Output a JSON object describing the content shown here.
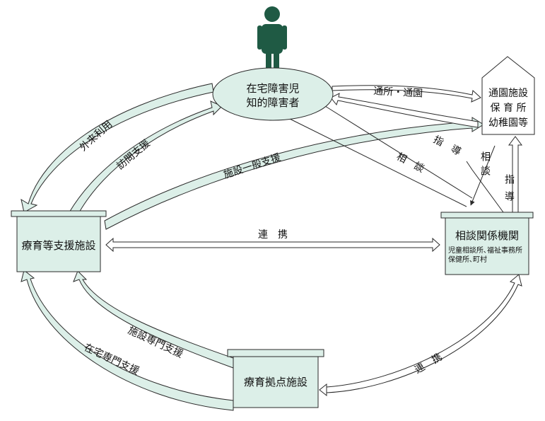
{
  "colors": {
    "fill": "#dcefe8",
    "stroke": "#2a2a2a",
    "person": "#1f5a44"
  },
  "nodes": {
    "child": {
      "line1": "在宅障害児",
      "line2": "知的障害者"
    },
    "nursery": {
      "line1": "通園施設",
      "line2": "保 育 所",
      "line3": "幼稚園等"
    },
    "support": {
      "label": "療育等支援施設"
    },
    "consult": {
      "title": "相談関係機関",
      "sub1": "児童相談所､福祉事務所",
      "sub2": "保健所､町村"
    },
    "hub": {
      "label": "療育拠点施設"
    }
  },
  "edges": {
    "outpatient": "外来利用",
    "visit": "訪問支援",
    "general": "施設一般支援",
    "commute": "通所・通園",
    "guide1": "指　導",
    "consult1": "相　談",
    "consult2": "相談",
    "guide2": "指導",
    "link1": "連　携",
    "link2": "連　携",
    "specialist": "施設専門支援",
    "home": "在宅専門支援"
  }
}
